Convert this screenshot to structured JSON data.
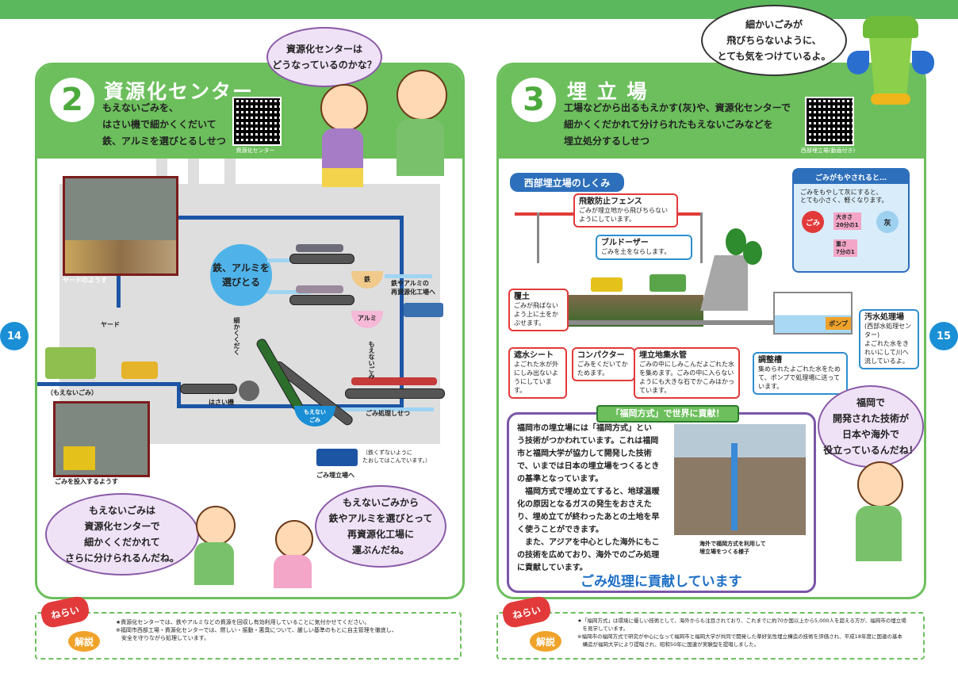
{
  "left": {
    "page_number": "14",
    "section_number": "2",
    "title": "資源化センター",
    "lead": [
      "もえないごみを、",
      "はさい機で細かくくだいて",
      "鉄、アルミを選びとるしせつ"
    ],
    "qr_caption": "資源化センター",
    "question_bubble": [
      "資源化センターは",
      "どうなっているのかな？"
    ],
    "photo_yard_caption": "ヤードのようす",
    "yard_label": "ヤード",
    "circle_text": [
      "鉄、アルミを",
      "選びとる"
    ],
    "iron_label": "鉄",
    "alumi_label": "アルミ",
    "crush_label": "細かくくだく",
    "nonburn_label": "もえないごみ",
    "recycle_label": [
      "鉄やアルミの",
      "再資源化工場へ"
    ],
    "crusher_label": "はさい機",
    "unburnable_in": "（もえないごみ）",
    "nonburn_small": "もえない\nごみ",
    "conveyor_label": "ごみ処理しせつ",
    "truck_note": "（鉄くずないように\nたおしてはこんでいます。）",
    "landfill_truck_label": "ごみ埋立場へ",
    "photo_loading_caption": "ごみを投入するようす",
    "bubble1": [
      "もえないごみは",
      "資源化センターで",
      "細かくくだかれて",
      "さらに分けられるんだね。"
    ],
    "bubble2": [
      "もえないごみから",
      "鉄やアルミを選びとって",
      "再資源化工場に",
      "運ぶんだね。"
    ],
    "nerai_label": "ねらい",
    "kaisetsu_label": "解説",
    "note_lines": [
      "★資源化センターでは、鉄やアルミなどの資源を回収し有効利用していることに気付かせてください。",
      "※福岡市西部工場・資源化センターでは、燃しい・振動・悪臭について、厳しい基準のもとに自主管理を徹底し、",
      "　安全を守りながら処理しています。"
    ]
  },
  "right": {
    "page_number": "15",
    "section_number": "3",
    "title": "埋 立 場",
    "lead": [
      "工場などから出るもえかす(灰)や、資源化センターで",
      "細かくくだかれて分けられたもえないごみなどを",
      "埋立処分するしせつ"
    ],
    "qr_caption": "西部埋立場(動画付き)",
    "top_bubble": [
      "細かいごみが",
      "飛びちらないように、",
      "とても気をつけているよ。"
    ],
    "diagram_title": "西部埋立場のしくみ",
    "fence": {
      "title": "飛散防止フェンス",
      "text": "ごみが埋立地から飛びちらないようにしています。"
    },
    "bulldozer": {
      "title": "ブルドーザー",
      "text": "ごみを土をならします。"
    },
    "cover_soil": {
      "title": "覆土",
      "text": "ごみが飛ばないよう上に土をかぶせます。"
    },
    "sheet": {
      "title": "遮水シート",
      "text": "よごれた水が外にしみ出ないようにしています。"
    },
    "compactor": {
      "title": "コンパクター",
      "text": "ごみをくだいてかためます。"
    },
    "pipe": {
      "title": "埋立地集水管",
      "text": "ごみの中にしみこんだよごれた水を集めます。ごみの中に入らないようにも大きな石でかこみはかっています。"
    },
    "adjust": {
      "title": "調整槽",
      "text": "集められたよごれた水をためて、ポンプで処理場に送っています。"
    },
    "pump": "ポンプ",
    "sewage": {
      "title": "汚水処理場",
      "sub": "(西部水処理センター)",
      "text": "よごれた水をきれいにして川へ流しているよ。"
    },
    "reduce_title": "ごみがもやされると…",
    "reduce_text": [
      "ごみをもやして灰にすると、",
      "とても小さく、軽くなります。"
    ],
    "reduce_size": [
      "大きさ",
      "20分の1"
    ],
    "reduce_weight": [
      "重さ",
      "7分の1"
    ],
    "reduce_garbage": "ごみ",
    "reduce_ash": "灰",
    "fukuoka_banner": "「福岡方式」で世界に貢献！",
    "fukuoka_text": [
      "福岡市の埋立場には「福岡方式」とい",
      "う技術がつかわれています。これは福岡",
      "市と福岡大学が協力して開発した技術",
      "で、いまでは日本の埋立場をつくるとき",
      "の基準となっています。",
      "　福岡方式で埋め立てすると、地球温暖",
      "化の原因となるガスの発生をおさえた",
      "り、埋め立てが終わったあとの土地を早",
      "く使うことができます。",
      "　また、アジアを中心とした海外にもこ",
      "の技術を広めており、海外でのごみ処理",
      "に貢献しています。"
    ],
    "fukuoka_highlight": "「福岡方式」",
    "photo_caption": [
      "海外で福岡方式を利用して",
      "埋立場をつくる様子"
    ],
    "contribution": "ごみ処理に貢献しています",
    "kid_bubble": [
      "福岡で",
      "開発された技術が",
      "日本や海外で",
      "役立っているんだね！"
    ],
    "nerai_label": "ねらい",
    "kaisetsu_label": "解説",
    "note_lines": [
      "★「福岡方式」は環境に優しい技術として、海外からも注目されており、これまでに約70か国以上から5,000人を超える方が、福岡市の埋立場",
      "　を見学しています。",
      "※福岡市の福岡方式で研究が中心になって福岡市と福岡大学が共同で開発した準好気性埋立構造の技術を評価され、平成18年度に国連の基本",
      "　構造が福岡大学により提唱され、昭和50年に国連が実験型を提唱しました。"
    ]
  },
  "colors": {
    "green": "#6cbf5c",
    "blue": "#1d55a5",
    "red": "#e23a3a",
    "purple": "#8a5aa7"
  }
}
